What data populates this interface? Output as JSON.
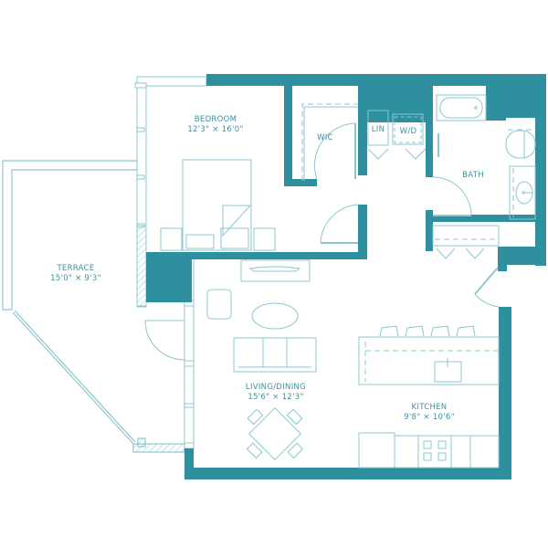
{
  "colors": {
    "wall": "#2e8f9e",
    "line": "#8cc7cf",
    "text": "#3a93a0",
    "background": "#ffffff"
  },
  "rooms": {
    "bedroom": {
      "name": "BEDROOM",
      "dims": "12'3\" × 16'0\""
    },
    "wic": {
      "name": "WIC"
    },
    "lin": {
      "name": "LIN"
    },
    "wd": {
      "name": "W/D"
    },
    "bath": {
      "name": "BATH"
    },
    "terrace": {
      "name": "TERRACE",
      "dims": "15'0\" × 9'3\""
    },
    "living": {
      "name": "LIVING/DINING",
      "dims": "15'6\" × 12'3\""
    },
    "kitchen": {
      "name": "KITCHEN",
      "dims": "9'8\" × 10'6\""
    }
  }
}
